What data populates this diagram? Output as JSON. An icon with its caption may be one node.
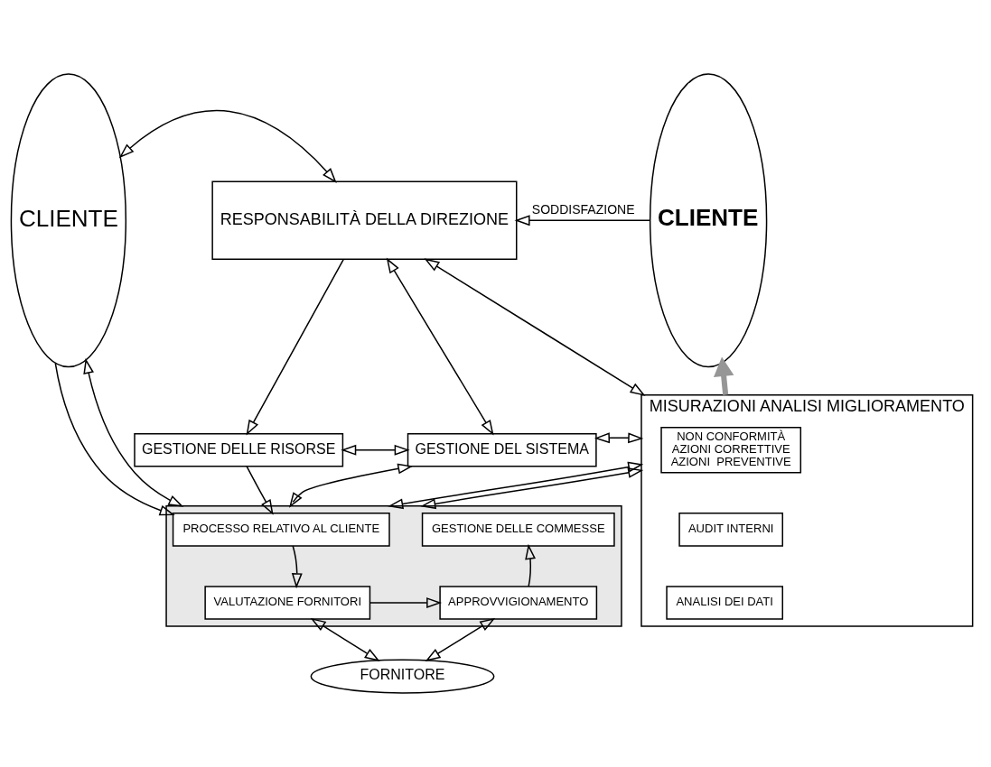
{
  "diagram": {
    "nodes": [
      {
        "text": [
          "CLIENTE"
        ]
      },
      {
        "text": [
          "RESPONSABILITÀ DELLA DIREZIONE"
        ]
      },
      {
        "text": [
          "GESTIONE DELLE RISORSE"
        ]
      },
      {
        "text": [
          "GESTIONE DEL SISTEMA"
        ]
      },
      {
        "text": [],
        "shape": "box"
      },
      {
        "text": [
          "PROCESSO RELATIVO AL CLIENTE"
        ],
        "in": 4
      },
      {
        "text": [
          "GESTIONE DELLE COMMESSE"
        ],
        "in": 4
      },
      {
        "text": [
          "VALUTAZIONE FORNITORI"
        ],
        "in": 4
      },
      {
        "text": [
          "APPROVVIGIONAMENTO"
        ],
        "in": 4
      },
      {
        "text": [
          "MISURAZIONI ANALISI MIGLIORAMENTO"
        ]
      },
      {
        "text": [
          "NON CONFORMITÀ",
          "AZIONI CORRETTIVE",
          "AZIONI  PREVENTIVE"
        ],
        "in": 9
      },
      {
        "text": [
          "AUDIT INTERNI"
        ],
        "in": 9
      },
      {
        "text": [
          "ANALISI DEI DATI"
        ],
        "in": 9
      },
      {
        "text": [
          "CLIENTE"
        ]
      },
      {
        "text": [
          "FORNITORE"
        ]
      }
    ],
    "edges": [
      {
        "from": 0,
        "to": 1,
        "arrow": "both"
      },
      {
        "from": 13,
        "to": 1,
        "arrow": "to",
        "label": "SODDISFAZIONE"
      },
      {
        "from": 1,
        "to": 2,
        "arrow": "to"
      },
      {
        "from": 1,
        "to": 3,
        "arrow": "both"
      },
      {
        "from": 1,
        "to": 9,
        "arrow": "both"
      },
      {
        "from": 2,
        "to": 3,
        "arrow": "both"
      },
      {
        "from": 3,
        "to": 9,
        "arrow": "both"
      },
      {
        "from": 2,
        "to": 5,
        "arrow": "to"
      },
      {
        "from": 3,
        "to": 4,
        "arrow": "both"
      },
      {
        "from": 0,
        "to": 5,
        "arrow": "to"
      },
      {
        "from": 5,
        "to": 7,
        "arrow": "to"
      },
      {
        "from": 8,
        "to": 6,
        "arrow": "to"
      },
      {
        "from": 4,
        "to": 9,
        "arrow": "both"
      },
      {
        "from": 0,
        "to": 4,
        "arrow": "both"
      },
      {
        "from": 7,
        "to": 8,
        "arrow": "to"
      },
      {
        "from": 4,
        "to": 9,
        "arrow": "both"
      },
      {
        "from": 7,
        "to": 14,
        "arrow": "both"
      },
      {
        "from": 8,
        "to": 14,
        "arrow": "both"
      },
      {
        "from": 9,
        "to": 13,
        "arrow": "to",
        "style": "thick",
        "color": "#969696"
      }
    ]
  }
}
